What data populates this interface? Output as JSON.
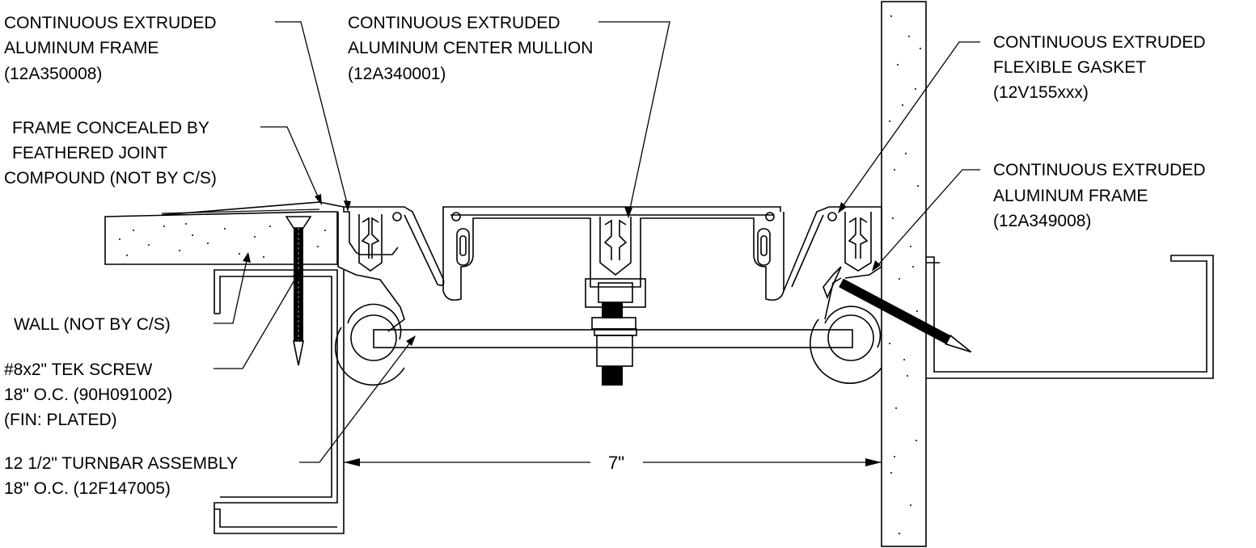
{
  "labels": {
    "frame_left": [
      "CONTINUOUS EXTRUDED",
      "ALUMINUM FRAME",
      "(12A350008)"
    ],
    "mullion": [
      "CONTINUOUS EXTRUDED",
      "ALUMINUM CENTER MULLION",
      "(12A340001)"
    ],
    "gasket": [
      "CONTINUOUS EXTRUDED",
      "FLEXIBLE GASKET",
      "(12V155xxx)"
    ],
    "frame_right": [
      "CONTINUOUS EXTRUDED",
      "ALUMINUM FRAME",
      "(12A349008)"
    ],
    "concealed": [
      "FRAME CONCEALED BY",
      "FEATHERED JOINT",
      "COMPOUND (NOT BY C/S)"
    ],
    "wall": [
      "WALL (NOT BY C/S)"
    ],
    "tek_screw": [
      "#8x2\" TEK SCREW",
      "18\" O.C. (90H091002)",
      "(FIN: PLATED)"
    ],
    "turnbar": [
      "12 1/2\" TURNBAR ASSEMBLY",
      "18\" O.C. (12F147005)"
    ]
  },
  "dimension": "7\""
}
